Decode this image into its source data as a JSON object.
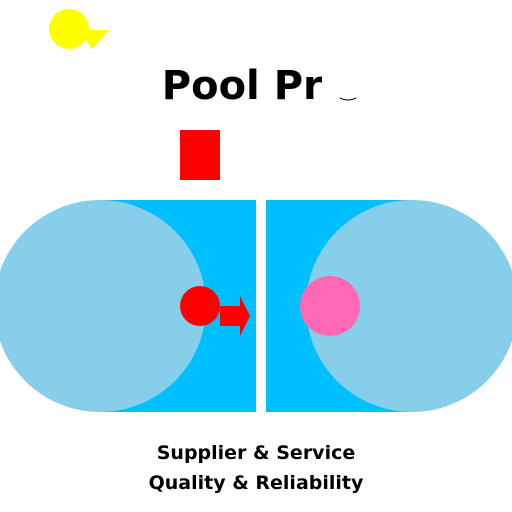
{
  "title": "Pool Pro",
  "tagline_lines": [
    "Supplier & Service",
    "Quality & Reliability"
  ],
  "colors": {
    "background": "#ffffff",
    "sun": "#ffff00",
    "title_text": "#000000",
    "red_accent": "#ff0000",
    "pool_water": "#00bfff",
    "pool_end": "#87ceeb",
    "pool_divider": "#ffffff",
    "pink_ball": "#ff69b4"
  },
  "icons": [
    "sun-icon",
    "red-flag-icon",
    "red-ball-icon",
    "arrow-right-icon",
    "pink-ball-icon"
  ]
}
